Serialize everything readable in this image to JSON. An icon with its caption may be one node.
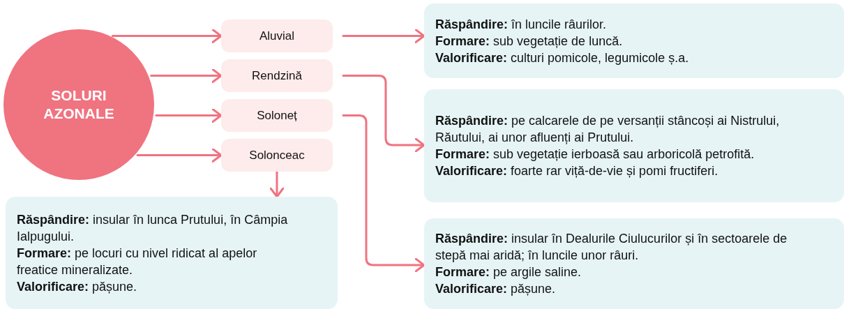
{
  "diagram": {
    "nodes": [
      {
        "text": [
          "SOLURI AZONALE"
        ]
      },
      {
        "text": [
          "Aluvial"
        ]
      },
      {
        "text": [
          "Rendzină"
        ]
      },
      {
        "text": [
          "Soloneț"
        ]
      },
      {
        "text": [
          "Solonceac"
        ]
      },
      {
        "text": [
          "**Răspândire:** în luncile râurilor.",
          "**Formare:** sub vegetație de luncă.",
          "**Valorificare:** culturi pomicole, legumicole ș.a."
        ]
      },
      {
        "text": [
          "**Răspândire:** pe calcarele de pe versanții stâncoși ai Nistrului, Răutului, ai unor afluenți ai Prutului.",
          "**Formare:** sub vegetație ierboasă sau arboricolă petrofită.",
          "**Valorificare:** foarte rar viță-de-vie și pomi fructiferi."
        ]
      },
      {
        "text": [
          "**Răspândire:** insular în lunca Prutului, în Câmpia Ialpugului.",
          "**Formare:** pe locuri cu nivel ridicat al apelor freatice mineralizate.",
          "**Valorificare:** pășune."
        ]
      },
      {
        "text": [
          "**Răspândire:** insular în Dealurile Ciulucurilor și în sectoarele de stepă mai aridă; în luncile unor râuri.",
          "**Formare:** pe argile saline.",
          "**Valorificare:** pășune."
        ]
      }
    ],
    "edges": [
      {
        "from": 0,
        "to": 1,
        "arrow": "to"
      },
      {
        "from": 0,
        "to": 2,
        "arrow": "to"
      },
      {
        "from": 0,
        "to": 3,
        "arrow": "to"
      },
      {
        "from": 0,
        "to": 4,
        "arrow": "to"
      },
      {
        "from": 1,
        "to": 5,
        "arrow": "to"
      },
      {
        "from": 2,
        "to": 6,
        "arrow": "to"
      },
      {
        "from": 3,
        "to": 8,
        "arrow": "to"
      },
      {
        "from": 4,
        "to": 7,
        "arrow": "to"
      }
    ]
  }
}
